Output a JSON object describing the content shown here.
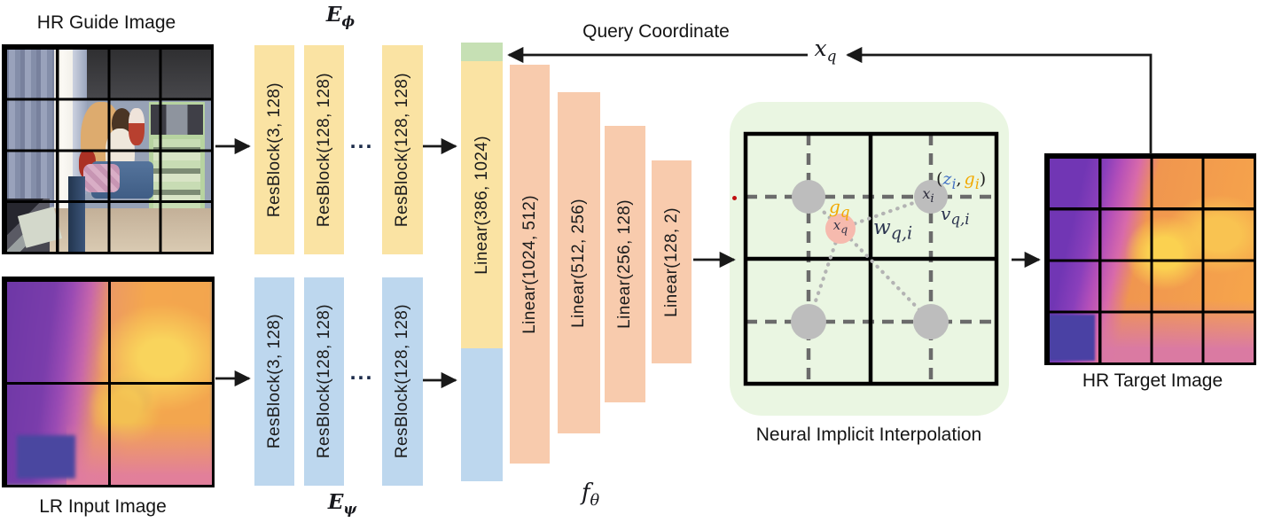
{
  "labels": {
    "hr_guide_image": "HR Guide Image",
    "lr_input_image": "LR Input Image",
    "hr_target_image": "HR Target Image",
    "query_coordinate": "Query Coordinate",
    "neural_implicit_interpolation": "Neural Implicit Interpolation",
    "ellipsis": "..."
  },
  "encoder_top": {
    "symbol": {
      "base": "E",
      "sub": "ϕ"
    },
    "blocks": [
      "ResBlock(3, 128)",
      "ResBlock(128, 128)",
      "ResBlock(128, 128)"
    ]
  },
  "encoder_bottom": {
    "symbol": {
      "base": "E",
      "sub": "ψ"
    },
    "blocks": [
      "ResBlock(3, 128)",
      "ResBlock(128, 128)",
      "ResBlock(128, 128)"
    ]
  },
  "mlp": {
    "symbol": {
      "base": "f",
      "sub": "θ"
    },
    "layers": [
      "Linear(386, 1024)",
      "Linear(1024, 512)",
      "Linear(512, 256)",
      "Linear(256, 128)",
      "Linear(128, 2)"
    ]
  },
  "flow": {
    "query_x": {
      "base": "x",
      "sub": "q"
    }
  },
  "interpolation": {
    "x_q": {
      "base": "x",
      "sub": "q"
    },
    "x_i": {
      "base": "x",
      "sub": "i"
    },
    "g_q": {
      "base": "g",
      "sub": "q"
    },
    "w_qi": {
      "base": "w",
      "sub": "q,i"
    },
    "v_qi": {
      "base": "v",
      "sub": "q,i"
    },
    "tuple": {
      "open": "(",
      "z_base": "z",
      "z_sub": "i",
      "comma": ",",
      "g_base": "g",
      "g_sub": "i",
      "close": ")"
    }
  },
  "colors": {
    "encoder_top_fill": "#FAE3A3",
    "encoder_bottom_fill": "#BDD7EE",
    "mlp_fill": "#F8CBAD",
    "coord_slot_fill": "#C6E0B4",
    "panel_fill": "#EAF6E2",
    "query_point_fill": "#F6BAAE",
    "latent_point_fill": "#BDBDBD",
    "z_text": "#4472C4",
    "g_text": "#F2A900",
    "red_dot": "#C01010"
  }
}
